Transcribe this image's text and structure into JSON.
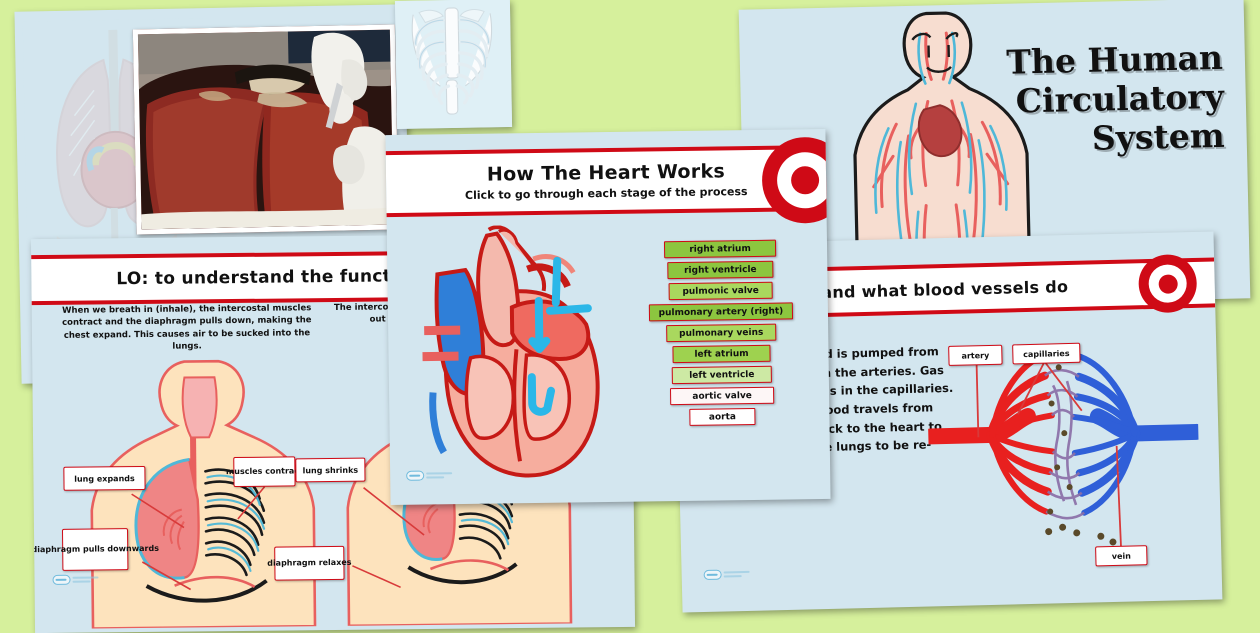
{
  "canvas": {
    "background_color": "#d6f09c",
    "slide_background_color": "#d3e6ef",
    "accent_red": "#cf0a16"
  },
  "slides": {
    "dissection": {
      "name": "Lung dissection photo slide",
      "photo_alt": "dissected lungs with gloved hands"
    },
    "ribcage": {
      "name": "Ribcage diagram slide"
    },
    "lungs_lo": {
      "title": "LO: to understand the function of the lungs",
      "col_left": "When we breath in (inhale), the intercostal muscles contract and the diaphragm pulls down, making the chest expand. This causes air to be sucked into the lungs.",
      "col_right": "The intercostal muscles relax and the air is pushed out of the lungs as the ribcage falls.",
      "labels": [
        "lung expands",
        "muscles contract",
        "diaphragm pulls downwards",
        "lung shrinks",
        "diaphragm relaxes"
      ]
    },
    "vessels": {
      "title": "and what blood vessels do",
      "body": "Oxygenated blood is pumped from the heart through the arteries. Gas exchange happens in the capillaries. Deoxygenated blood travels from the capillaries back to the heart to be pumped to the lungs to be re-oxygenated.",
      "body_bold_word": "to",
      "labels": [
        "artery",
        "capillaries",
        "vein"
      ]
    },
    "circulatory": {
      "title_line1": "The Human",
      "title_line2": "Circulatory",
      "title_line3": "System"
    },
    "heart": {
      "title": "How The Heart Works",
      "subtitle": "Click to go through each stage of the process",
      "chips": [
        {
          "label": "right atrium",
          "fill": "#8cc63f",
          "width": 112
        },
        {
          "label": "right ventricle",
          "fill": "#8cc63f",
          "width": 106
        },
        {
          "label": "pulmonic valve",
          "fill": "#a9d85e",
          "width": 104
        },
        {
          "label": "pulmonary artery (right)",
          "fill": "#8cc63f",
          "width": 144
        },
        {
          "label": "pulmonary veins",
          "fill": "#a9d85e",
          "width": 110
        },
        {
          "label": "left atrium",
          "fill": "#9ed24f",
          "width": 98
        },
        {
          "label": "left ventricle",
          "fill": "#cde9a4",
          "width": 100
        },
        {
          "label": "aortic valve",
          "fill": "#fdf6f6",
          "width": 104
        },
        {
          "label": "aorta",
          "fill": "#ffffff",
          "width": 66
        }
      ]
    }
  },
  "icons": {
    "bullseye": "target-bullseye",
    "logo": "twinkl-watermark"
  }
}
